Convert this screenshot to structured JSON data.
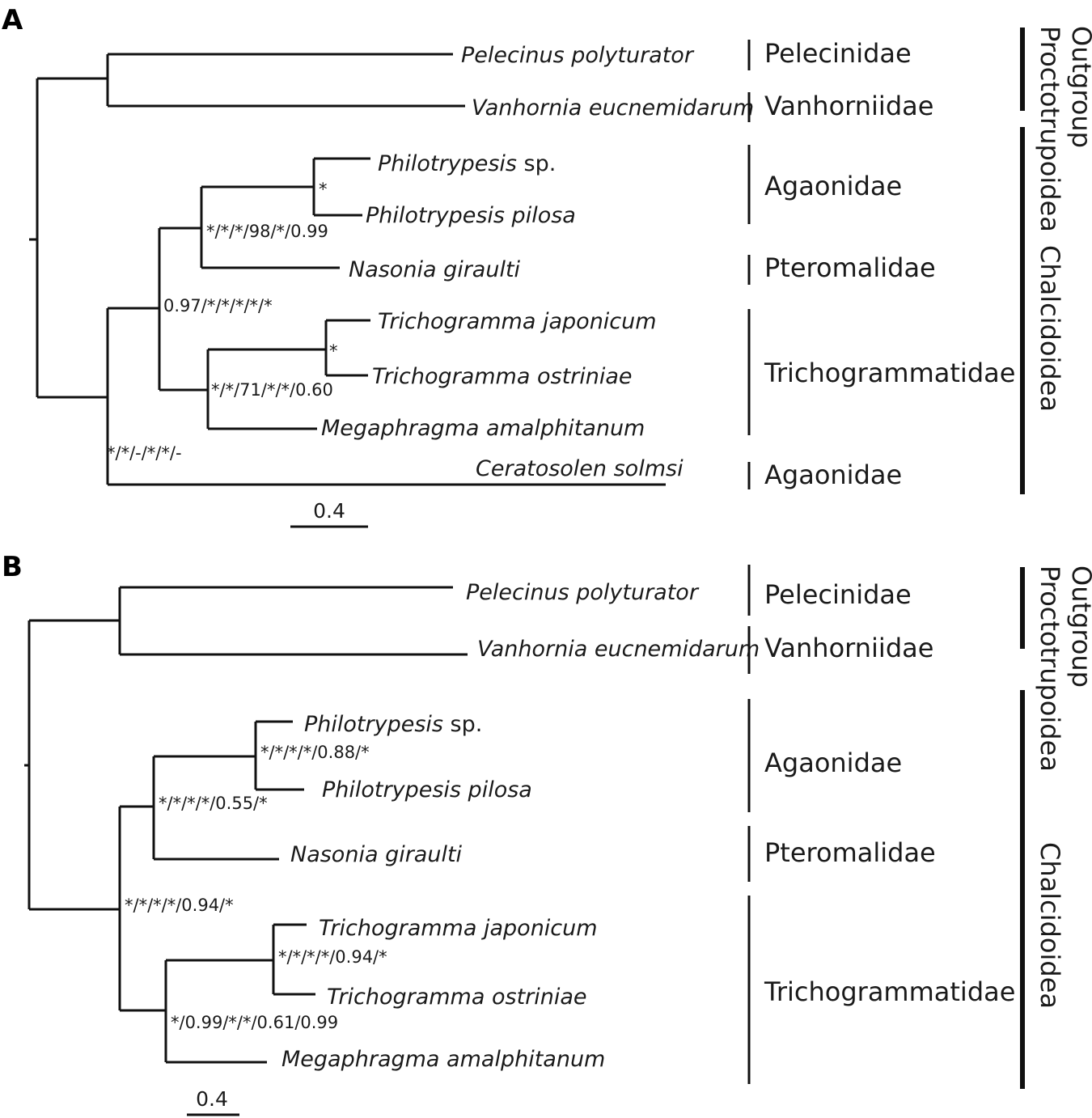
{
  "panels": [
    {
      "label": "A",
      "taxa": [
        {
          "name": "Pelecinus polyturator"
        },
        {
          "name": "Vanhornia eucnemidarum"
        },
        {
          "name": "Philotrypesis",
          "suffix": " sp."
        },
        {
          "name": "Philotrypesis pilosa"
        },
        {
          "name": "Nasonia giraulti"
        },
        {
          "name": "Trichogramma japonicum"
        },
        {
          "name": "Trichogramma ostriniae"
        },
        {
          "name": "Megaphragma amalphitanum"
        },
        {
          "name": "Ceratosolen solmsi"
        }
      ],
      "supports": [
        "*",
        "*/*/*/98/*/0.99",
        "0.97/*/*/*/*/*",
        "*",
        "*/*/71/*/*/0.60",
        "*/*/-/*/*/-"
      ],
      "families": [
        "Pelecinidae",
        "Vanhorniidae",
        "Agaonidae",
        "Pteromalidae",
        "Trichogrammatidae",
        "Agaonidae"
      ],
      "groups": [
        "Outgroup",
        "Proctotrupoidea",
        "Chalcidoidea"
      ],
      "scale": "0.4"
    },
    {
      "label": "B",
      "taxa": [
        {
          "name": "Pelecinus polyturator"
        },
        {
          "name": "Vanhornia eucnemidarum"
        },
        {
          "name": "Philotrypesis",
          "suffix": " sp."
        },
        {
          "name": "Philotrypesis pilosa"
        },
        {
          "name": "Nasonia giraulti"
        },
        {
          "name": "Trichogramma japonicum"
        },
        {
          "name": "Trichogramma ostriniae"
        },
        {
          "name": "Megaphragma amalphitanum"
        }
      ],
      "supports": [
        "*/*/*/*/0.88/*",
        "*/*/*/*/0.55/*",
        "*/*/*/*/0.94/*",
        "*/*/*/*/0.94/*",
        "*/0.99/*/*/0.61/0.99"
      ],
      "families": [
        "Pelecinidae",
        "Vanhorniidae",
        "Agaonidae",
        "Pteromalidae",
        "Trichogrammatidae"
      ],
      "groups": [
        "Outgroup",
        "Proctotrupoidea",
        "Chalcidoidea"
      ],
      "scale": "0.4"
    }
  ]
}
